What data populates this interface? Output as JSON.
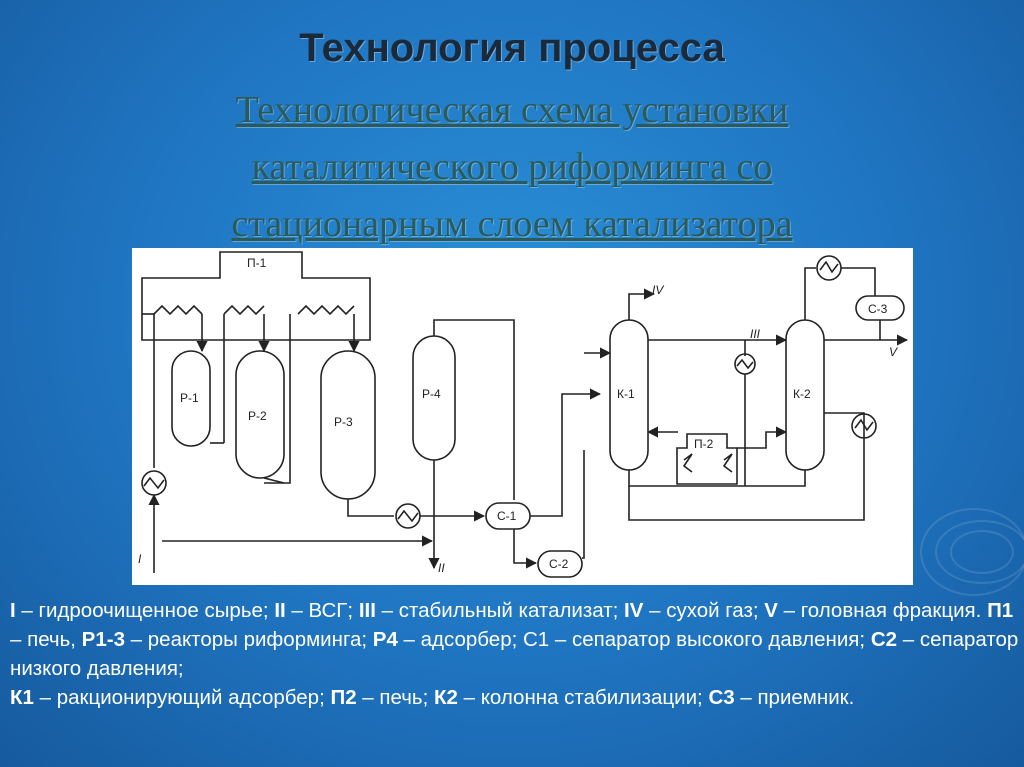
{
  "slide": {
    "title": "Технология процесса",
    "subtitle_lines": [
      "Технологическая схема установки",
      "каталитического риформинга со",
      "стационарным слоем катализатора"
    ]
  },
  "diagram": {
    "equipment": {
      "furnace_1": "П-1",
      "reactor_1": "Р-1",
      "reactor_2": "Р-2",
      "reactor_3": "Р-3",
      "reactor_4": "Р-4",
      "separator_1": "С-1",
      "separator_2": "С-2",
      "column_1": "К-1",
      "furnace_2": "П-2",
      "column_2": "К-2",
      "separator_3": "С-3"
    },
    "streams": {
      "I": "I",
      "II": "II",
      "III": "III",
      "IV": "IV",
      "V": "V"
    }
  },
  "legend": {
    "items": [
      {
        "key": "I",
        "text": " – гидроочищенное сырье; "
      },
      {
        "key": "II",
        "text": " – ВСГ;  "
      },
      {
        "key": "III",
        "text": " – стабильный катализат;  "
      },
      {
        "key": "IV",
        "text": " – сухой газ; "
      },
      {
        "key": "V",
        "text": " – головная фракция. "
      },
      {
        "key": "П1",
        "text": " – печь, "
      },
      {
        "key": "Р1-3",
        "text": " – реакторы риформинга; "
      },
      {
        "key": "Р4",
        "text": " – адсорбер; С1 – сепаратор высокого давления; "
      },
      {
        "key": "С2",
        "text": " – сепаратор низкого давления;"
      },
      {
        "key": "К1",
        "text": " –  ракционирующий адсорбер; "
      },
      {
        "key": "П2",
        "text": " – печь; "
      },
      {
        "key": "К2",
        "text": " – колонна стабилизации; "
      },
      {
        "key": "С3",
        "text": " – приемник."
      }
    ]
  },
  "colors": {
    "background": "#1f74c0",
    "title": "#1b2a3a",
    "subtitle": "#2a5a5a",
    "legend_text": "#ffffff"
  }
}
